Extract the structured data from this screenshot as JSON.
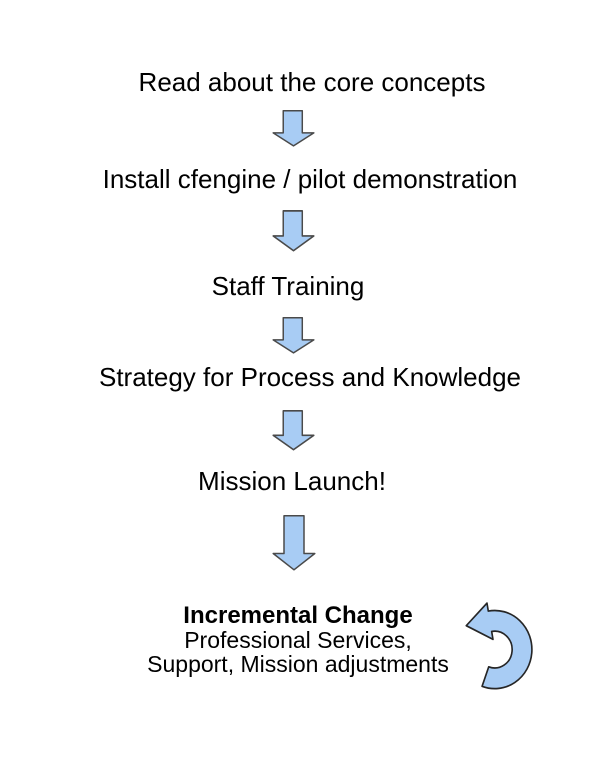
{
  "flow": {
    "steps": [
      {
        "label": "Read about the core concepts"
      },
      {
        "label": "Install cfengine / pilot demonstration"
      },
      {
        "label": "Staff Training"
      },
      {
        "label": "Strategy for Process and Knowledge"
      },
      {
        "label": "Mission Launch!"
      }
    ],
    "final": {
      "title": "Incremental Change",
      "line2": "Professional Services,",
      "line3": "Support, Mission adjustments"
    },
    "icons": {
      "connector": "down-block-arrow-icon",
      "loop": "circular-loop-arrow-icon"
    },
    "colors": {
      "arrow_fill": "#A8CCF4",
      "arrow_stroke": "#4A4A4A",
      "loop_stroke": "#262626",
      "text": "#000000",
      "background": "#FFFFFF"
    }
  }
}
